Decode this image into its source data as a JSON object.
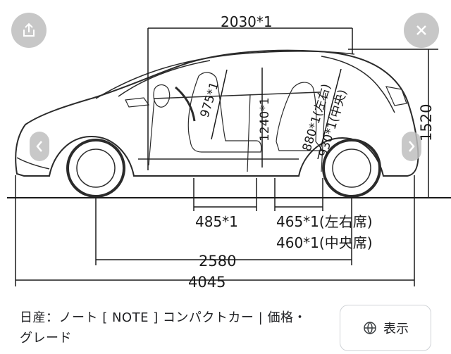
{
  "diagram": {
    "dims": {
      "roof_length": "2030*1",
      "height": "1520",
      "front_headroom": "975*1",
      "interior_height": "1240*1",
      "rear_headroom_side": "880*1(左右)",
      "rear_headroom_center": "930*1(中央)",
      "front_seat": "485*1",
      "rear_seat_side": "465*1(左右席)",
      "rear_seat_center": "460*1(中央席)",
      "wheelbase": "2580",
      "overall_length": "4045"
    }
  },
  "controls": {
    "share_icon": "share-icon",
    "close_icon": "close-icon",
    "prev_icon": "chevron-left-icon",
    "next_icon": "chevron-right-icon"
  },
  "result": {
    "caption": "日産：ノート [ NOTE ] コンパクトカー | 価格・グレード",
    "show_button_label": "表示",
    "globe_icon": "globe-icon"
  }
}
